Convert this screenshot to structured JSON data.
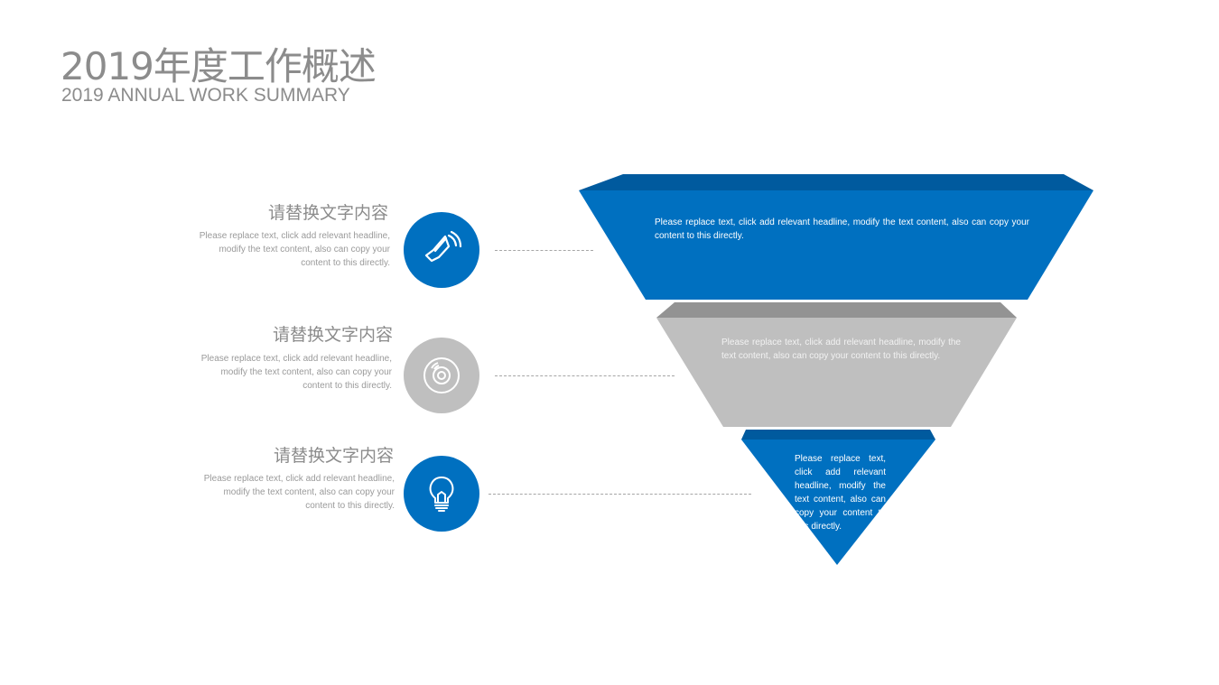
{
  "header": {
    "title": "2019年度工作概述",
    "subtitle": "2019 ANNUAL  WORK SUMMARY"
  },
  "items": [
    {
      "title": "请替换文字内容",
      "desc": "Please  replace text, click add relevant headline, modify the text content, also can copy your content to this directly.",
      "icon": "speaker-icon",
      "color": "#0070c0"
    },
    {
      "title": "请替换文字内容",
      "desc": "Please  replace text, click add relevant headline, modify the text content, also can copy your content to this directly.",
      "icon": "disc-icon",
      "color": "#bfbfbf"
    },
    {
      "title": "请替换文字内容",
      "desc": "Please  replace text, click add relevant headline, modify the text content, also can copy your content to this directly.",
      "icon": "lightbulb-icon",
      "color": "#0070c0"
    }
  ],
  "funnel": [
    {
      "text": "Please replace text, click add relevant headline, modify the text content, also can copy your content to this directly.",
      "color": "#0070c0",
      "top_color": "#005a9e"
    },
    {
      "text": "Please replace text, click add relevant headline, modify the text content, also can copy your content to this directly.",
      "color": "#bfbfbf",
      "top_color": "#939393"
    },
    {
      "text": "Please replace text, click add relevant headline, modify the text content, also can copy your content to this directly.",
      "color": "#0070c0",
      "top_color": "#005a9e"
    }
  ]
}
